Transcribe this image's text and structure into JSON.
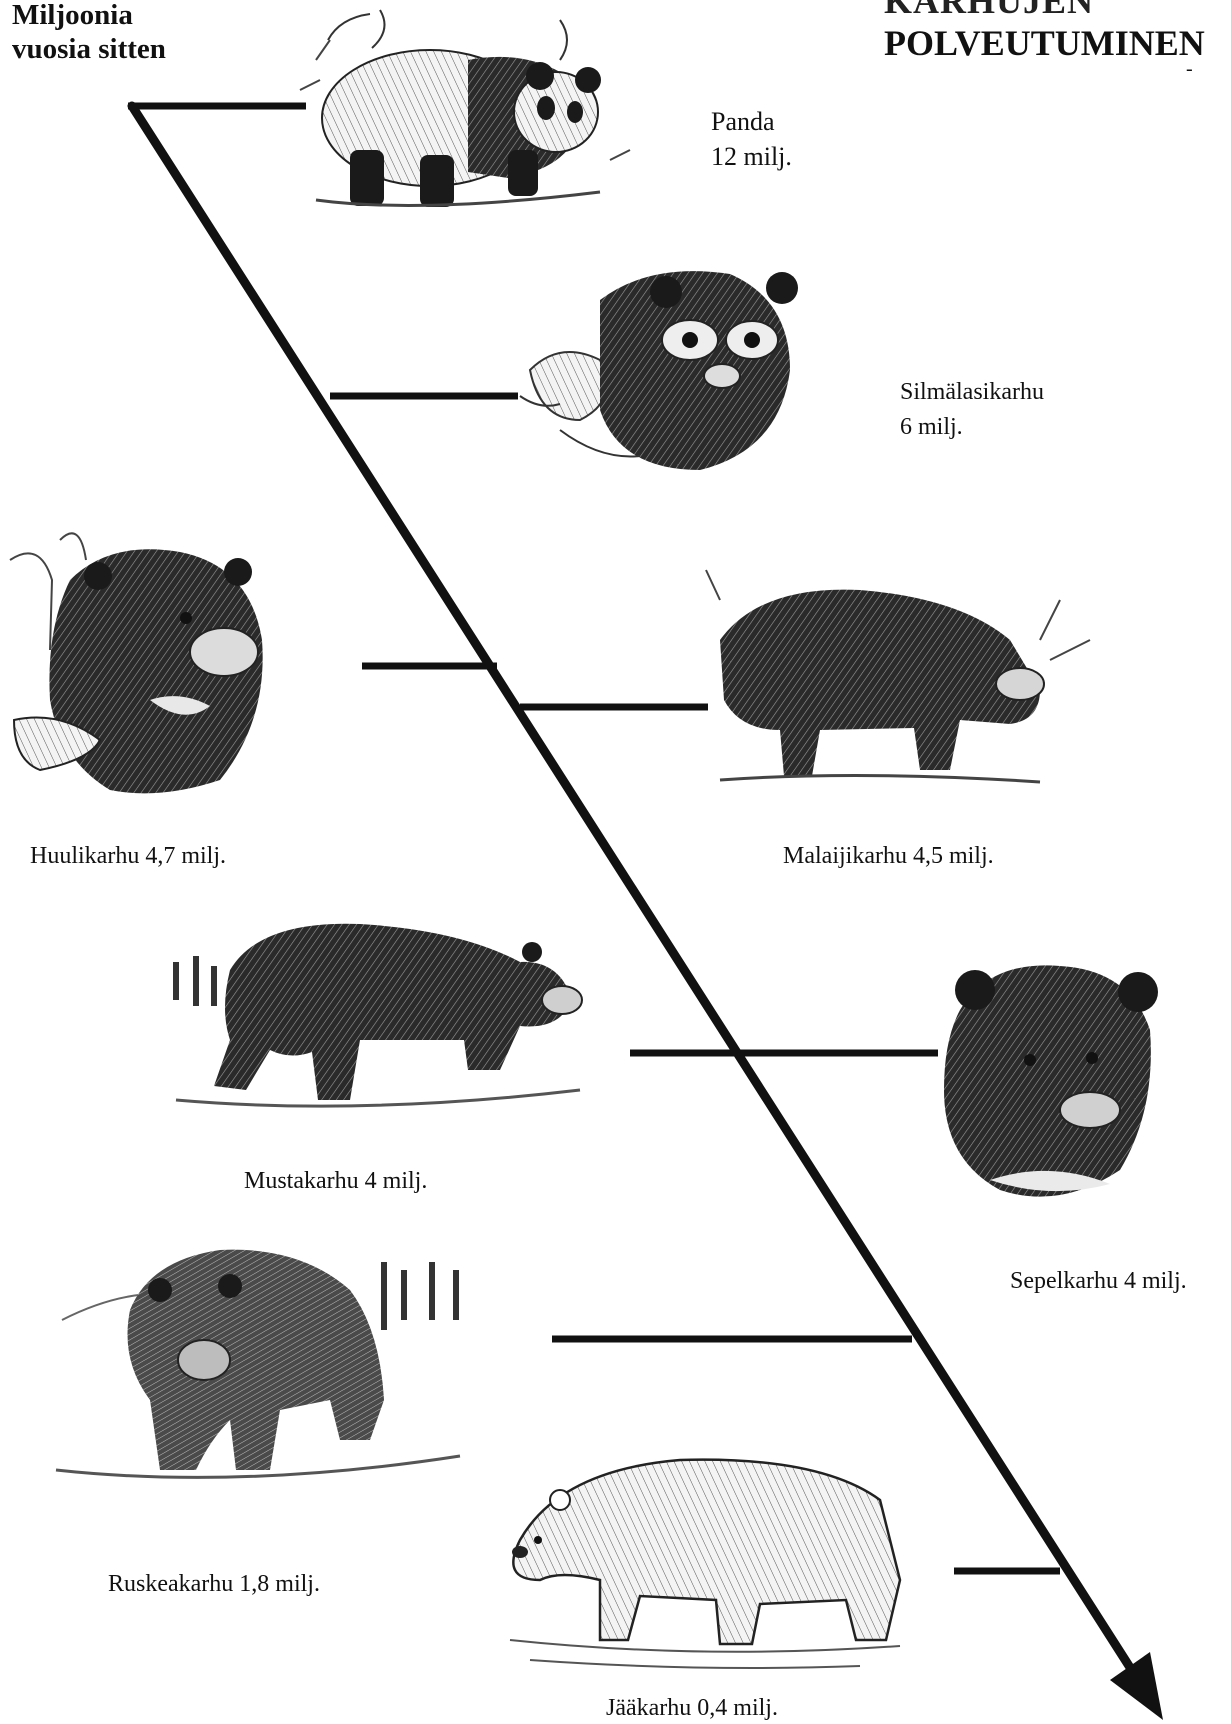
{
  "header": {
    "axis_label_line1": "Miljoonia",
    "axis_label_line2": "vuosia sitten",
    "title_line1": "KARHUJEN",
    "title_line2": "POLVEUTUMINEN",
    "title_dash": "-"
  },
  "species": [
    {
      "name": "Panda",
      "age": "12 milj.",
      "age_myr": 12
    },
    {
      "name": "Silmälasikarhu",
      "age": "6 milj.",
      "age_myr": 6
    },
    {
      "name": "Huulikarhu",
      "label": "Huulikarhu 4,7 milj.",
      "age_myr": 4.7
    },
    {
      "name": "Malaijikarhu",
      "label": "Malaijikarhu 4,5 milj.",
      "age_myr": 4.5
    },
    {
      "name": "Mustakarhu",
      "label": "Mustakarhu 4 milj.",
      "age_myr": 4
    },
    {
      "name": "Sepelkarhu",
      "label": "Sepelkarhu 4 milj.",
      "age_myr": 4
    },
    {
      "name": "Ruskeakarhu",
      "label": "Ruskeakarhu 1,8 milj.",
      "age_myr": 1.8
    },
    {
      "name": "Jääkarhu",
      "label": "Jääkarhu 0,4 milj.",
      "age_myr": 0.4
    }
  ],
  "colors": {
    "ink": "#111111",
    "background": "#ffffff",
    "fur_dark": "#1a1a1a",
    "fur_light": "#f2f2f2"
  },
  "icons": [
    "panda-illustration",
    "spectacled-bear-illustration",
    "sloth-bear-illustration",
    "sun-bear-illustration",
    "black-bear-illustration",
    "asiatic-black-bear-illustration",
    "brown-bear-illustration",
    "polar-bear-illustration",
    "timeline-arrowhead"
  ]
}
